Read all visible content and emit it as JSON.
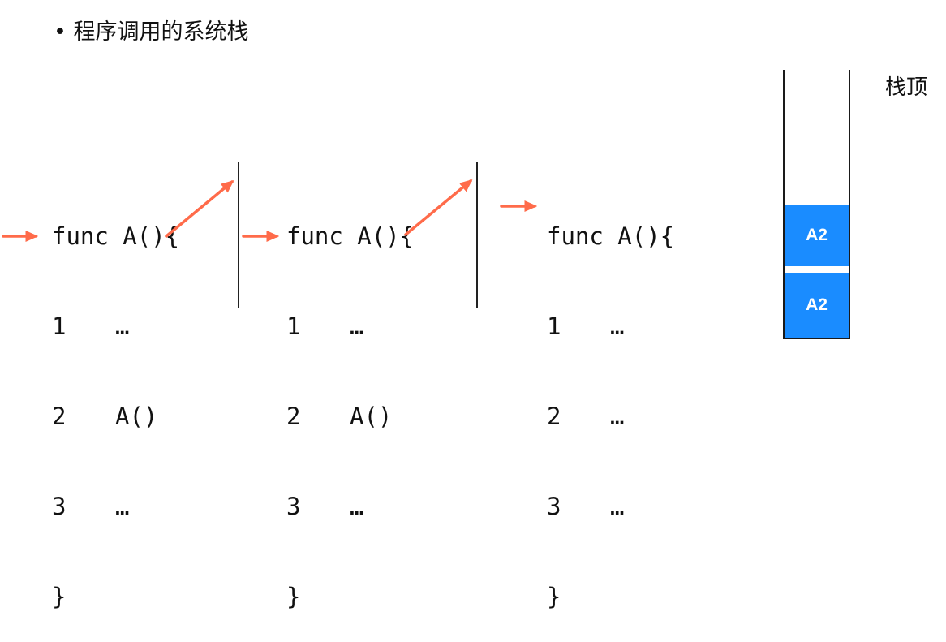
{
  "heading": {
    "bullet": "•",
    "text": "程序调用的系统栈"
  },
  "code_blocks": [
    {
      "header": "func A(){",
      "lines": [
        {
          "num": "1",
          "code": "…"
        },
        {
          "num": "2",
          "code": "A()"
        },
        {
          "num": "3",
          "code": "…"
        }
      ],
      "footer": "}"
    },
    {
      "header": "func A(){",
      "lines": [
        {
          "num": "1",
          "code": "…"
        },
        {
          "num": "2",
          "code": "A()"
        },
        {
          "num": "3",
          "code": "…"
        }
      ],
      "footer": "}"
    },
    {
      "header": "func A(){",
      "lines": [
        {
          "num": "1",
          "code": "…"
        },
        {
          "num": "2",
          "code": "…"
        },
        {
          "num": "3",
          "code": "…"
        }
      ],
      "footer": "}"
    }
  ],
  "stack": {
    "top_label": "栈顶",
    "frames": [
      {
        "label": "A2"
      },
      {
        "label": "A2"
      }
    ]
  },
  "colors": {
    "arrow": "#ff6b4a",
    "frame": "#1a8cff",
    "text": "#111111"
  }
}
